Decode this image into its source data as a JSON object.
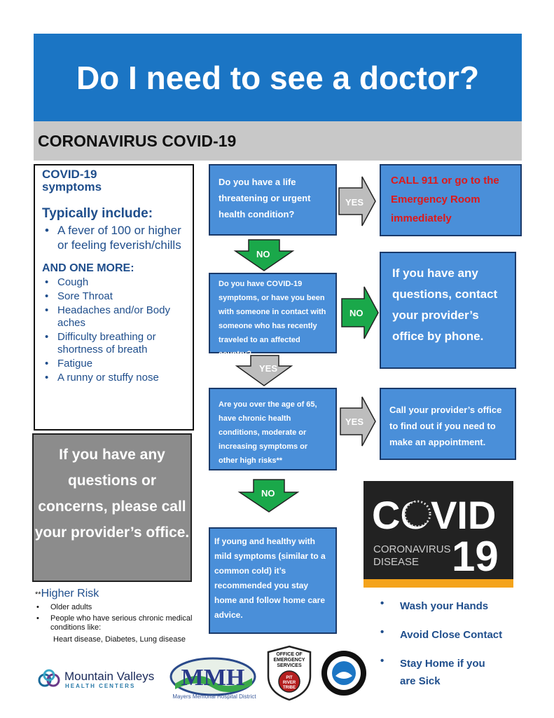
{
  "header": {
    "title": "Do I need to see a doctor?",
    "subtitle": "CORONAVIRUS COVID-19"
  },
  "symptoms": {
    "title_line1": "COVID-19",
    "title_line2": "symptoms",
    "typical_heading": "Typically include:",
    "typical_items": [
      "A fever of 100 or higher or feeling feverish/chills"
    ],
    "more_heading": "AND ONE MORE:",
    "more_items": [
      "Cough",
      "Sore Throat",
      "Headaches and/or Body aches",
      "Difficulty breathing or shortness of breath",
      "Fatigue",
      "A runny or stuffy nose"
    ]
  },
  "call_box": {
    "text": "If you have any questions or concerns, please call your provider’s office."
  },
  "flow": {
    "q1": "Do you have a life threatening or urgent health condition?",
    "q2": "Do you have COVID-19 symptoms, or have you been with someone in contact with someone who has recently traveled to  an affected country?",
    "q3": "Are you over the age of 65, have chronic health conditions, moderate or increasing symptoms or other high risks**",
    "q4": "If young and healthy with mild symptoms (similar to a common cold) it’s recommended you stay home and follow home care advice.",
    "a1": "CALL 911 or go to the Emergency Room immediately",
    "a2": "If you have any questions, contact your provider’s office by phone.",
    "a3": "Call your provider’s office to find out if you need to make an appointment.",
    "yes_label": "YES",
    "no_label": "NO"
  },
  "covid_logo": {
    "word": "COVID",
    "number": "19",
    "line1": "CORONAVIRUS",
    "line2": "DISEASE"
  },
  "tips": [
    "Wash your Hands",
    "Avoid Close Contact",
    "Stay Home if you are Sick"
  ],
  "risk": {
    "prefix": "**",
    "heading": "Higher Risk",
    "items": [
      "Older adults",
      "People who have serious chronic medical conditions like:"
    ],
    "sub": "Heart disease, Diabetes, Lung disease"
  },
  "logos": {
    "mv_name": "Mountain Valleys",
    "mv_sub": "HEALTH CENTERS",
    "mmh_initials": "MMH",
    "mmh_name": "Mayers Memorial Hospital District",
    "oes_line1": "OFFICE OF",
    "oes_line2": "EMERGENCY",
    "oes_line3": "SERVICES",
    "oes_line4": "PIT",
    "oes_line5": "RIVER",
    "oes_line6": "TRIBE"
  },
  "colors": {
    "header_blue": "#1b75c4",
    "box_blue": "#4a8fd9",
    "gray": "#8c8c8c",
    "green_arrow": "#1aa84a",
    "red_text": "#e01818"
  }
}
